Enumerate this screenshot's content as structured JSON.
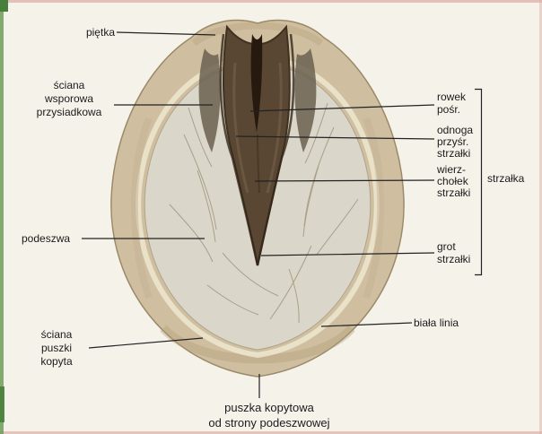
{
  "colors": {
    "page_bg": "#f5f2ea",
    "wall": "#cfbfa0",
    "sole": "#dad6c9",
    "white_line": "#ece4cd",
    "frog": "#594733",
    "frog_cleft": "#261a0e",
    "bar": "#6e6453",
    "edge_green": "#6f9c5b",
    "edge_green_dark": "#47803a",
    "edge_pink": "#dcaaa4"
  },
  "labels": {
    "pietka": {
      "lines": [
        "piętka"
      ]
    },
    "sciana_wsporowa": {
      "lines": [
        "ściana",
        "wsporowa",
        "przysiadkowa"
      ]
    },
    "podeszwa": {
      "lines": [
        "podeszwa"
      ]
    },
    "sciana_puszki": {
      "lines": [
        "ściana",
        "puszki",
        "kopyta"
      ]
    },
    "rowek": {
      "lines": [
        "rowek",
        "pośr."
      ]
    },
    "odnoga": {
      "lines": [
        "odnoga",
        "przyśr.",
        "strzałki"
      ]
    },
    "wierzcholek": {
      "lines": [
        "wierz-",
        "chołek",
        "strzałki"
      ]
    },
    "grot": {
      "lines": [
        "grot",
        "strzałki"
      ]
    },
    "strzalka": {
      "lines": [
        "strzałka"
      ]
    },
    "biala_linia": {
      "lines": [
        "biała linia"
      ]
    },
    "caption": {
      "lines": [
        "puszka kopytowa",
        "od strony podeszwowej"
      ]
    }
  }
}
